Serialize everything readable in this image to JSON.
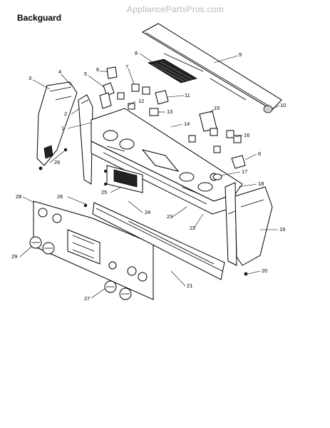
{
  "header": {
    "title": "Backguard",
    "watermark": "AppliancePartsPros.com"
  },
  "callouts": {
    "c1": "1",
    "c2": "2",
    "c3": "3",
    "c4": "4",
    "c5": "5",
    "c6a": "6",
    "c6b": "6",
    "c7": "7",
    "c8": "8",
    "c9": "9",
    "c10": "10",
    "c11": "11",
    "c12": "12",
    "c13": "13",
    "c14": "14",
    "c15": "15",
    "c16": "16",
    "c17": "17",
    "c18": "18",
    "c19": "19",
    "c20": "20",
    "c21": "21",
    "c22": "22",
    "c23": "23",
    "c24": "24",
    "c25": "25",
    "c26a": "26",
    "c26b": "26",
    "c27": "27",
    "c28": "28",
    "c29": "29"
  }
}
